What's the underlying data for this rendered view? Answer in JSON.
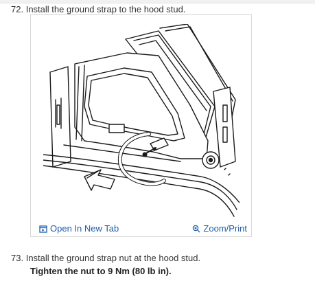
{
  "steps": [
    {
      "number": "72.",
      "text": "Install the ground strap to the hood stud."
    },
    {
      "number": "73.",
      "text": "Install the ground strap nut at the hood stud.",
      "detail": "Tighten the nut to 9 Nm (80 lb in)."
    }
  ],
  "figure": {
    "open_link_label": "Open In New Tab",
    "open_link_icon": "open-in-new-tab-icon",
    "zoom_link_label": "Zoom/Print",
    "zoom_link_icon": "zoom-magnifier-icon",
    "link_color": "#1d5ea8"
  }
}
